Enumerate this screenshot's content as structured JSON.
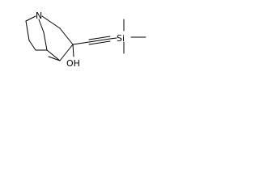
{
  "molecule": {
    "atoms": {
      "nitrogen": "N",
      "hydroxyl": "OH",
      "silicon": "Si"
    },
    "colors": {
      "bond": "#000000",
      "label": "#000000",
      "background": "#ffffff"
    }
  }
}
